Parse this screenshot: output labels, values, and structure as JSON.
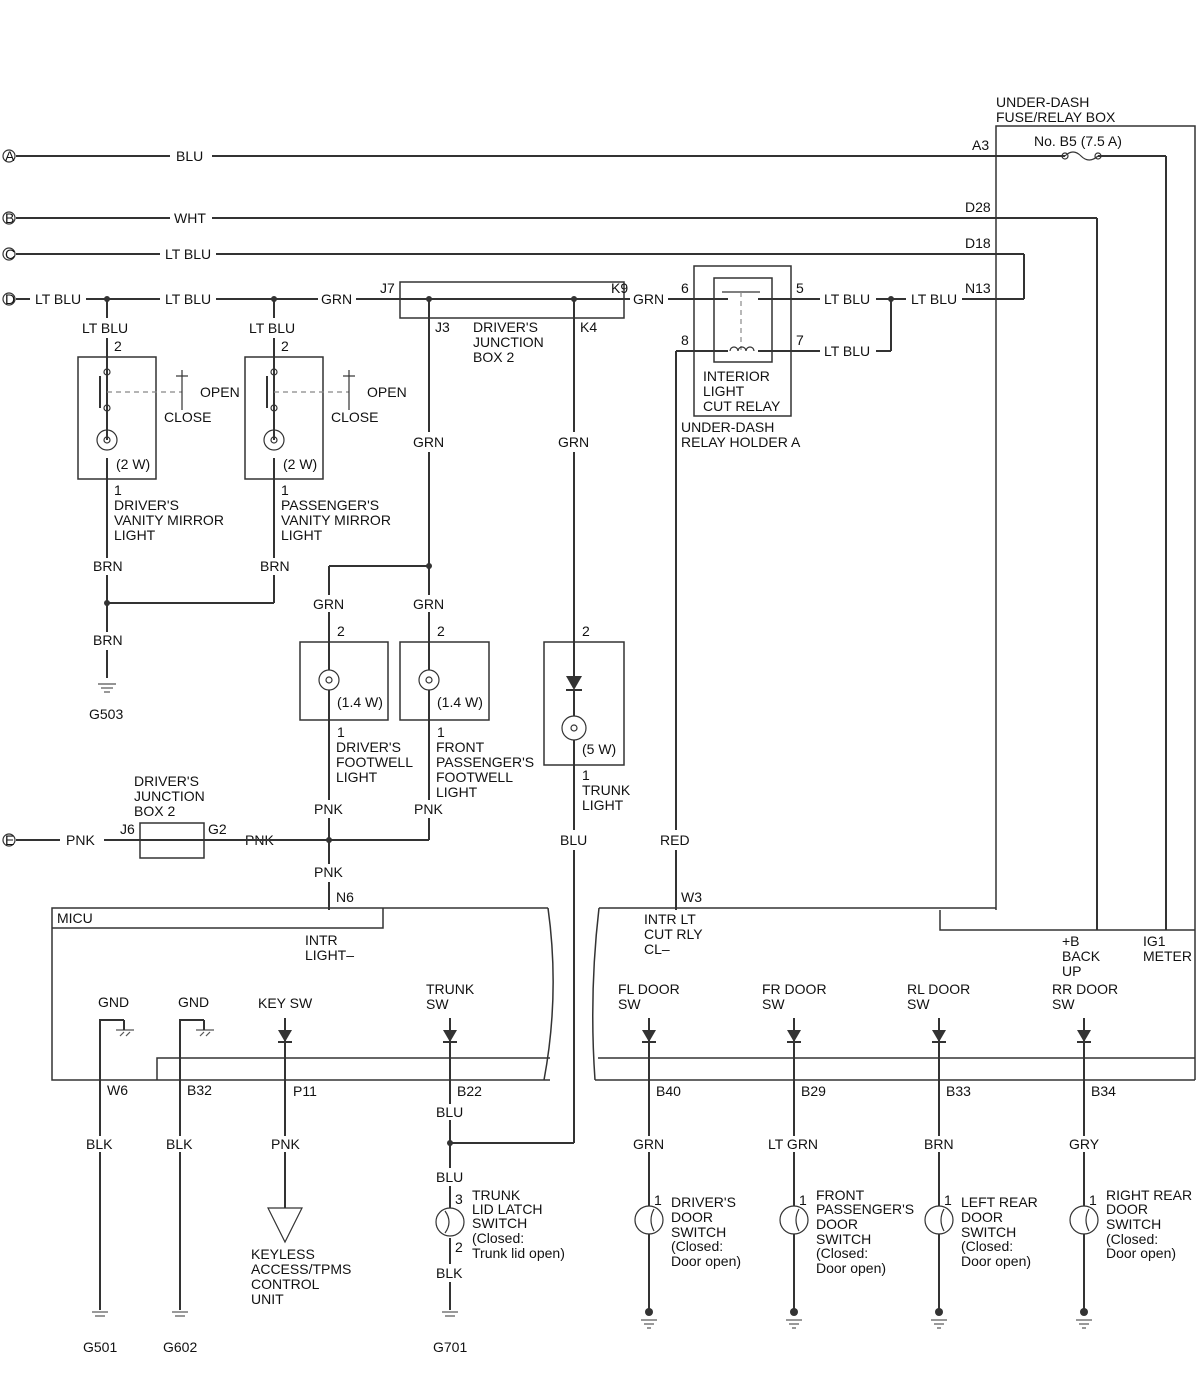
{
  "labels": {
    "conn_a": "A",
    "conn_b": "B",
    "conn_c": "C",
    "conn_d": "D",
    "conn_e": "E",
    "fuse_box_line1": "UNDER-DASH",
    "fuse_box_line2": "FUSE/RELAY BOX",
    "fuse_name": "No. B5 (7.5 A)",
    "pin_a3": "A3",
    "pin_d28": "D28",
    "pin_d18": "D18",
    "pin_n13": "N13",
    "wire_blu": "BLU",
    "wire_wht": "WHT",
    "wire_ltblu": "LT BLU",
    "wire_grn": "GRN",
    "wire_brn": "BRN",
    "wire_pnk": "PNK",
    "wire_red": "RED",
    "wire_blk": "BLK",
    "wire_ltgrn": "LT GRN",
    "wire_gry": "GRY",
    "pin_j7": "J7",
    "pin_k9": "K9",
    "pin_j3": "J3",
    "pin_k4": "K4",
    "djb_line1": "DRIVER'S",
    "djb_line2": "JUNCTION",
    "djb_line3": "BOX 2",
    "relay_pin6": "6",
    "relay_pin5": "5",
    "relay_pin8": "8",
    "relay_pin7": "7",
    "relay_line1": "INTERIOR",
    "relay_line2": "LIGHT",
    "relay_line3": "CUT RELAY",
    "holder_line1": "UNDER-DASH",
    "holder_line2": "RELAY HOLDER A",
    "pin_1": "1",
    "pin_2": "2",
    "pin_3": "3",
    "open": "OPEN",
    "close": "CLOSE",
    "w_2": "(2 W)",
    "w_14": "(1.4 W)",
    "w_5": "(5 W)",
    "dvm_line1": "DRIVER'S",
    "dvm_line2": "VANITY MIRROR",
    "dvm_line3": "LIGHT",
    "pvm_line1": "PASSENGER'S",
    "pvm_line2": "VANITY MIRROR",
    "pvm_line3": "LIGHT",
    "g503": "G503",
    "dfw_line1": "DRIVER'S",
    "dfw_line2": "FOOTWELL",
    "dfw_line3": "LIGHT",
    "fpf_line1": "FRONT",
    "fpf_line2": "PASSENGER'S",
    "fpf_line3": "FOOTWELL",
    "fpf_line4": "LIGHT",
    "trunk_line1": "TRUNK",
    "trunk_line2": "LIGHT",
    "pin_j6": "J6",
    "pin_g2": "G2",
    "pin_n6": "N6",
    "pin_w3": "W3",
    "micu": "MICU",
    "intr_line1": "INTR",
    "intr_line2": "LIGHT–",
    "cut_line1": "INTR LT",
    "cut_line2": "CUT RLY",
    "cut_line3": "CL–",
    "backup_line1": "+B",
    "backup_line2": "BACK",
    "backup_line3": "UP",
    "ig1_line1": "IG1",
    "ig1_line2": "METER",
    "gnd": "GND",
    "keysw_line1": "KEY SW",
    "trunksw_line1": "TRUNK",
    "trunksw_line2": "SW",
    "fl_line1": "FL DOOR",
    "fr_line1": "FR DOOR",
    "rl_line1": "RL DOOR",
    "rr_line1": "RR DOOR",
    "sw": "SW",
    "pin_w6": "W6",
    "pin_b32": "B32",
    "pin_p11": "P11",
    "pin_b22": "B22",
    "pin_b40": "B40",
    "pin_b29": "B29",
    "pin_b33": "B33",
    "pin_b34": "B34",
    "keyless_line1": "KEYLESS",
    "keyless_line2": "ACCESS/TPMS",
    "keyless_line3": "CONTROL",
    "keyless_line4": "UNIT",
    "tl_line1": "TRUNK",
    "tl_line2": "LID LATCH",
    "tl_line3": "SWITCH",
    "tl_line4": "(Closed:",
    "tl_line5": "Trunk lid open)",
    "closed": "(Closed:",
    "door_open": "Door open)",
    "dd_line1": "DRIVER'S",
    "door": "DOOR",
    "switch": "SWITCH",
    "fp_line1": "FRONT",
    "fp_line2": "PASSENGER'S",
    "lr_line1": "LEFT REAR",
    "rrs_line1": "RIGHT REAR",
    "g501": "G501",
    "g602": "G602",
    "g701": "G701"
  }
}
